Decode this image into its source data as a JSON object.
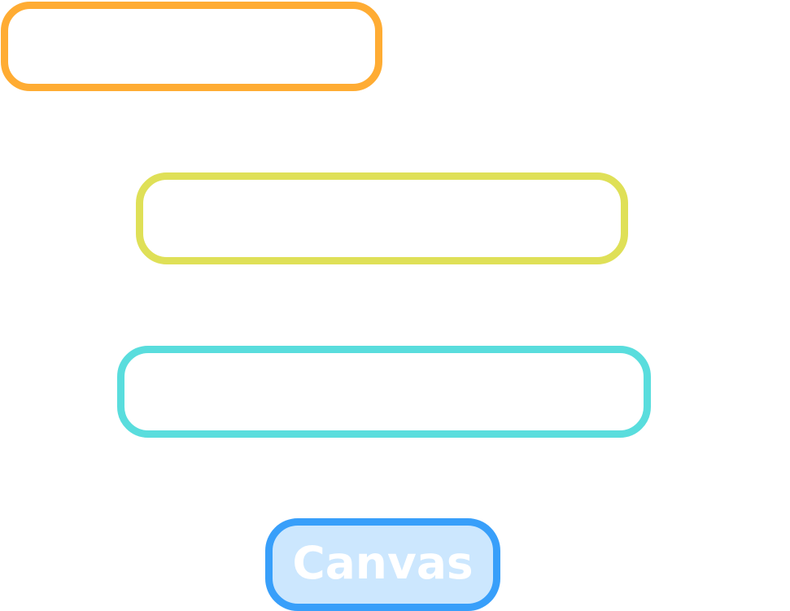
{
  "diagram": {
    "nodes": [
      {
        "id": "box-1",
        "label": "",
        "border_color": "#FFAC33",
        "fill_color": "#FFFFFF"
      },
      {
        "id": "box-2",
        "label": "",
        "border_color": "#DFE057",
        "fill_color": "#FFFFFF"
      },
      {
        "id": "box-3",
        "label": "",
        "border_color": "#59DDDD",
        "fill_color": "#FFFFFF"
      },
      {
        "id": "canvas-node",
        "label": "Canvas",
        "border_color": "#389FFA",
        "fill_color": "#CCE7FE",
        "text_color": "#FFFFFF"
      }
    ]
  }
}
